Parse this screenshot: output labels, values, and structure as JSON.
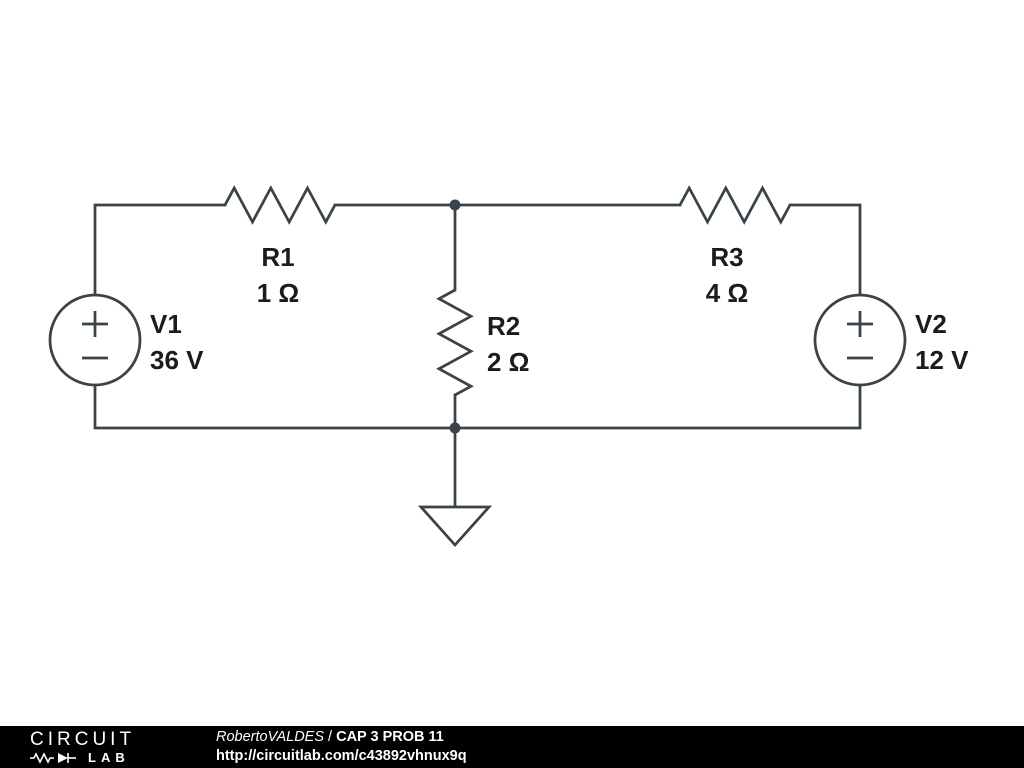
{
  "schematic": {
    "line_color": "#3a4348",
    "label_color": "#1c1c1c",
    "components": {
      "v1": {
        "designator": "V1",
        "value": "36 V"
      },
      "r1": {
        "designator": "R1",
        "value": "1 Ω"
      },
      "r2": {
        "designator": "R2",
        "value": "2 Ω"
      },
      "r3": {
        "designator": "R3",
        "value": "4 Ω"
      },
      "v2": {
        "designator": "V2",
        "value": "12 V"
      }
    }
  },
  "footer": {
    "background": "#000000",
    "text_color": "#ffffff",
    "logo": {
      "top": "CIRCUIT",
      "bottom": "LAB"
    },
    "credit": {
      "author": "RobertoVALDES",
      "separator": " / ",
      "title": "CAP 3 PROB 11"
    },
    "url": "http://circuitlab.com/c43892vhnux9q"
  }
}
